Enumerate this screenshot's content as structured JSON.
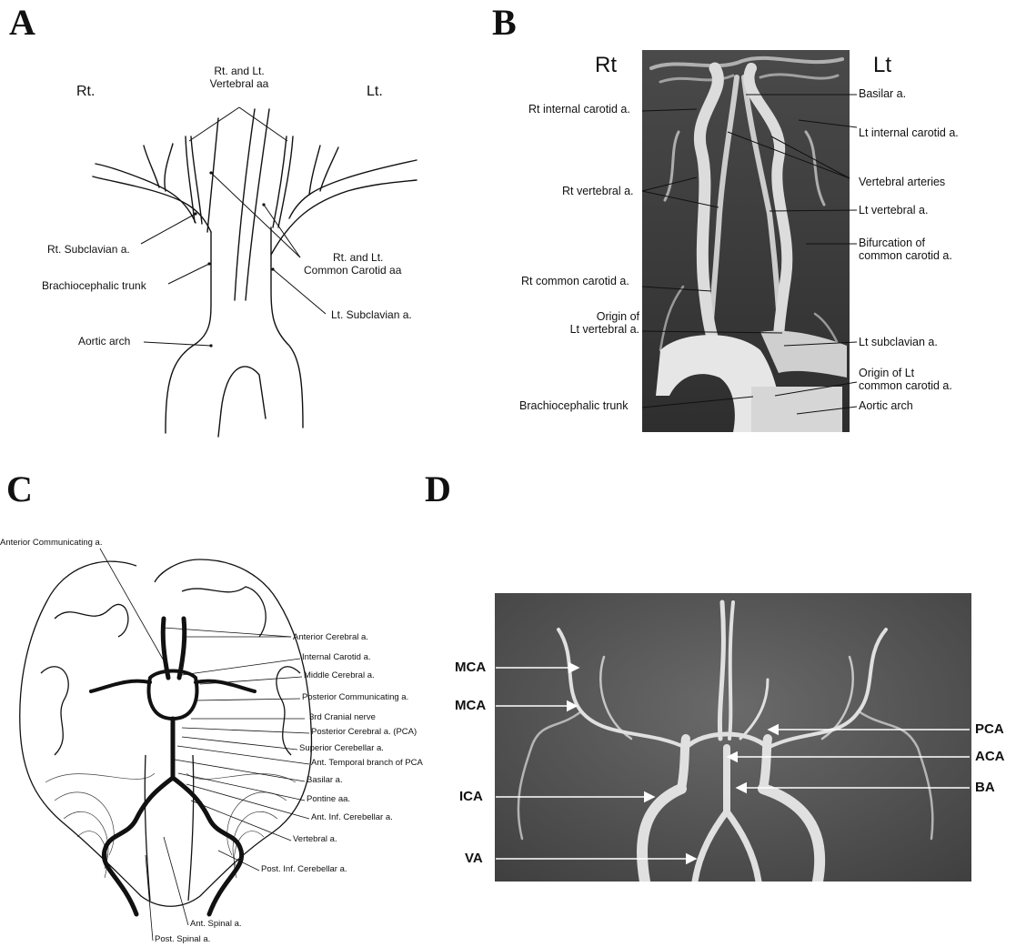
{
  "panels": {
    "A": {
      "letter": "A",
      "side_right": "Rt.",
      "side_left": "Lt.",
      "labels": {
        "vertebral": [
          "Rt. and Lt.",
          "Vertebral aa"
        ],
        "rt_subclavian": "Rt. Subclavian a.",
        "brachiocephalic": "Brachiocephalic trunk",
        "aortic_arch": "Aortic arch",
        "common_carotid": [
          "Rt. and Lt.",
          "Common Carotid aa"
        ],
        "lt_subclavian": "Lt. Subclavian a."
      }
    },
    "B": {
      "letter": "B",
      "side_right": "Rt",
      "side_left": "Lt",
      "left_labels": {
        "rt_internal_carotid": "Rt internal carotid a.",
        "rt_vertebral": "Rt vertebral a.",
        "rt_common_carotid": "Rt common carotid a.",
        "origin_lt_vertebral": [
          "Origin of",
          "Lt vertebral a."
        ],
        "brachiocephalic": "Brachiocephalic trunk"
      },
      "right_labels": {
        "basilar": "Basilar a.",
        "lt_internal_carotid": "Lt internal carotid a.",
        "vertebral_arteries": "Vertebral arteries",
        "lt_vertebral": "Lt vertebral a.",
        "bifurcation": [
          "Bifurcation of",
          "common carotid a."
        ],
        "lt_subclavian": "Lt subclavian a.",
        "origin_lt_common_carotid": [
          "Origin of Lt",
          "common carotid a."
        ],
        "aortic_arch": "Aortic arch"
      }
    },
    "C": {
      "letter": "C",
      "top_label": "Anterior Communicating a.",
      "labels": {
        "anterior_cerebral": "Anterior Cerebral a.",
        "internal_carotid": "Internal Carotid a.",
        "middle_cerebral": "Middle Cerebral a.",
        "posterior_communicating": "Posterior Communicating a.",
        "third_cranial": "3rd Cranial nerve",
        "posterior_cerebral": "Posterior Cerebral a. (PCA)",
        "superior_cerebellar": "Superior Cerebellar a.",
        "ant_temporal": "Ant. Temporal branch of PCA",
        "basilar": "Basilar a.",
        "pontine": "Pontine aa.",
        "ant_inf_cerebellar": "Ant. Inf. Cerebellar a.",
        "vertebral": "Vertebral a.",
        "post_inf_cerebellar": "Post. Inf. Cerebellar a.",
        "ant_spinal": "Ant. Spinal a.",
        "post_spinal": "Post. Spinal a."
      }
    },
    "D": {
      "letter": "D",
      "left_labels": [
        "MCA",
        "MCA",
        "ICA",
        "VA"
      ],
      "right_labels": [
        "PCA",
        "ACA",
        "BA"
      ]
    }
  }
}
